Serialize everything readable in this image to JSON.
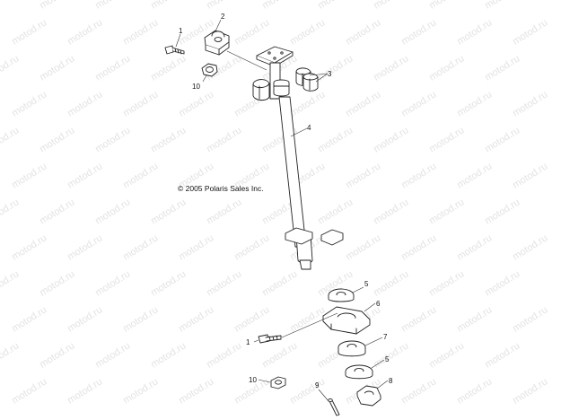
{
  "diagram": {
    "copyright": "© 2005 Polaris Sales Inc.",
    "watermark": "motod.ru",
    "callouts": {
      "c1_top": "1",
      "c2": "2",
      "c3": "3",
      "c4": "4",
      "c10_top": "10",
      "c5_top": "5",
      "c6": "6",
      "c1_bottom": "1",
      "c7": "7",
      "c5_bottom": "5",
      "c10_bottom": "10",
      "c9": "9",
      "c8": "8"
    }
  }
}
